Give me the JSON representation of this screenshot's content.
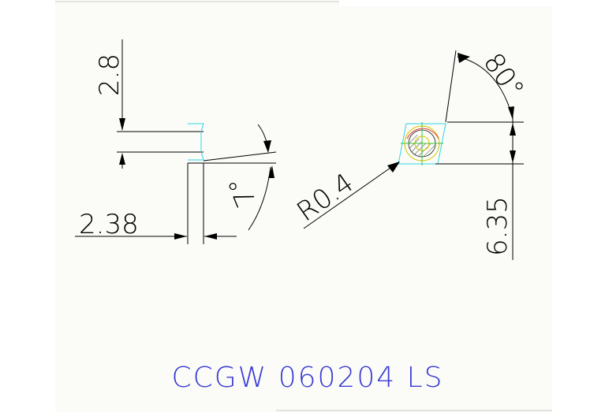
{
  "dimensions": {
    "thickness": "2.8",
    "offset": "2.38",
    "clearance_angle": "7°",
    "corner_radius": "R0.4",
    "nose_angle": "80°",
    "inscribed_circle": "6.35"
  },
  "designation": "CCGW 060204 LS",
  "colors": {
    "background": "#fbfcf7",
    "frame_line": "#c9c9c9",
    "line": "#000000",
    "designation": "#3a3ad6",
    "insert_outline": "#2ad7e8",
    "hatch": "#444444",
    "arc_yellow": "#d8c400",
    "arc_red": "#e23a3a",
    "center_green": "#3cc43c"
  }
}
